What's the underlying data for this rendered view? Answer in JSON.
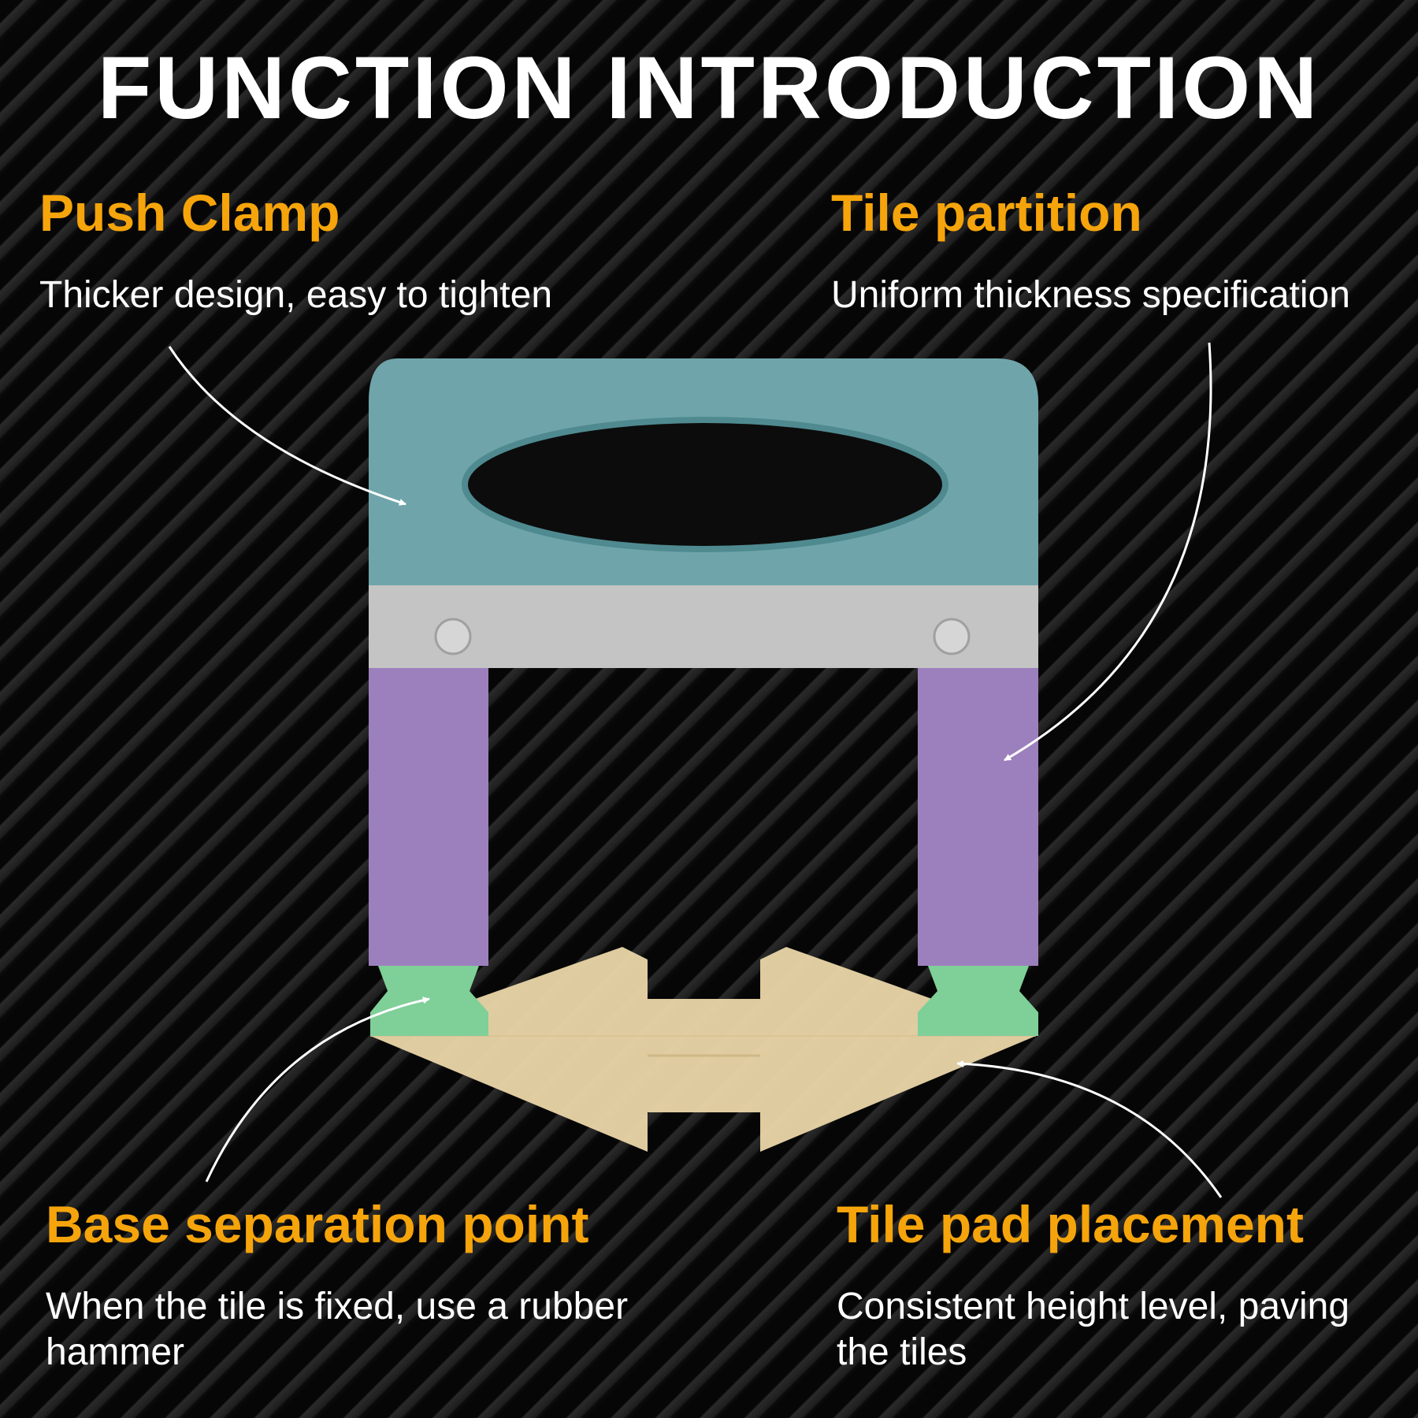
{
  "title": "FUNCTION INTRODUCTION",
  "colors": {
    "heading": "#f5a40b",
    "text": "#ffffff",
    "background": "#0b0b0b",
    "push_clamp_region": "#6fa5aa",
    "middle_band": "#c4c4c4",
    "tile_partition_region": "#9c80bd",
    "base_separation_region": "#7fcf98",
    "tile_pad_region": "#ead6a8"
  },
  "callouts": {
    "push_clamp": {
      "heading": "Push Clamp",
      "description": "Thicker design, easy to tighten"
    },
    "tile_partition": {
      "heading": "Tile partition",
      "description": "Uniform thickness specification"
    },
    "base_separation": {
      "heading": "Base separation point",
      "description": "When the tile is fixed, use a rubber hammer"
    },
    "tile_pad": {
      "heading": "Tile pad placement",
      "description": "Consistent height level, paving the tiles"
    }
  }
}
